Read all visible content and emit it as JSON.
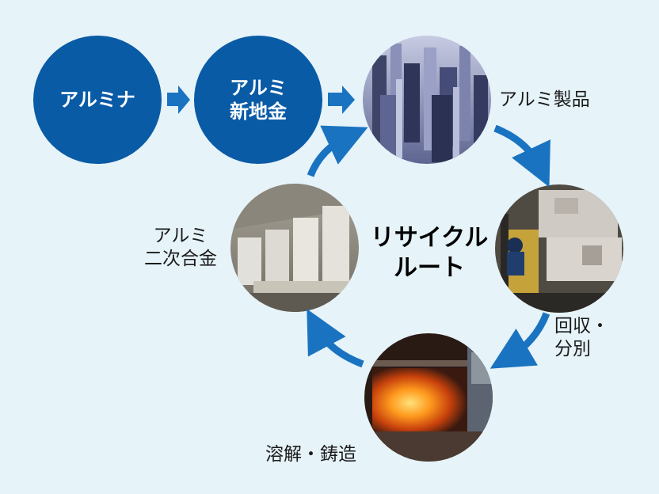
{
  "nodes": {
    "alumina": {
      "label": "アルミナ"
    },
    "virgin": {
      "line1": "アルミ",
      "line2": "新地金"
    },
    "products": {
      "label": "アルミ製品"
    },
    "collection": {
      "line1": "回収・",
      "line2": "分別"
    },
    "melting": {
      "label": "溶解・鋳造"
    },
    "secondary": {
      "line1": "アルミ",
      "line2": "二次合金"
    }
  },
  "center": {
    "line1": "リサイクル",
    "line2": "ルート"
  },
  "colors": {
    "background": "#e6f3f9",
    "primary_blue": "#0a5ba6",
    "arrow_blue": "#1a73c0"
  },
  "icons": {
    "products_photo": "aluminum-extrusions-photo",
    "collection_photo": "scrap-bales-forklift-photo",
    "melting_photo": "furnace-molten-metal-photo",
    "secondary_photo": "ingot-warehouse-photo"
  }
}
